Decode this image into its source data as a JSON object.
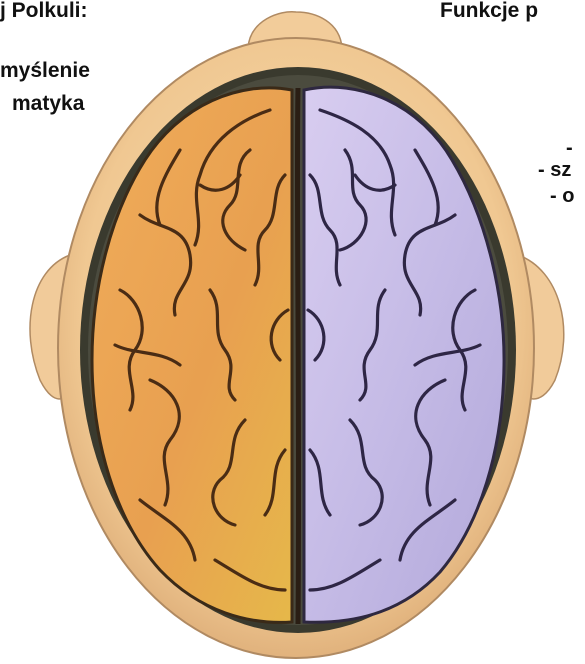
{
  "left_hemisphere": {
    "heading": "j Polkuli:",
    "items": [
      "myślenie",
      "matyka"
    ],
    "color": "#e99a4a"
  },
  "right_hemisphere": {
    "heading": "Funkcje p",
    "items": [
      "-",
      "- sz",
      "- o"
    ],
    "color": "#c9bfe6"
  },
  "head_color": "#f2cc9a",
  "outline_color": "#3a3a2e"
}
